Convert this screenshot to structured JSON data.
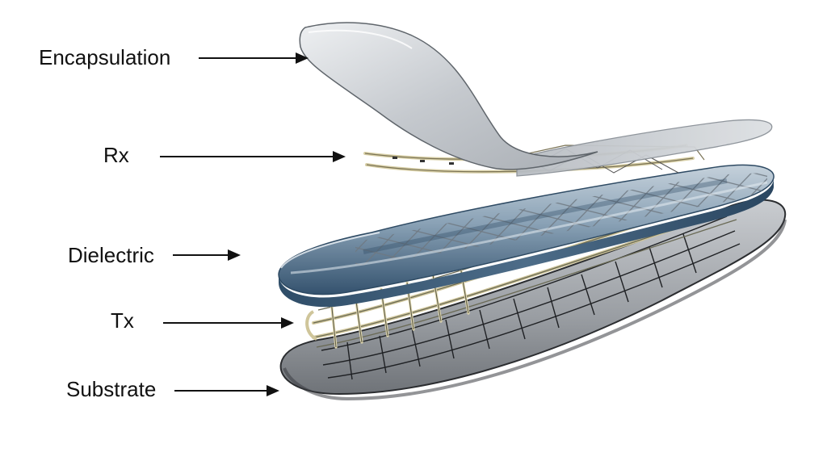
{
  "diagram": {
    "layers": [
      {
        "id": "encapsulation",
        "label": "Encapsulation"
      },
      {
        "id": "rx",
        "label": "Rx"
      },
      {
        "id": "dielectric",
        "label": "Dielectric"
      },
      {
        "id": "tx",
        "label": "Tx"
      },
      {
        "id": "substrate",
        "label": "Substrate"
      }
    ],
    "colors": {
      "label_text": "#111111",
      "arrow": "#111111",
      "encapsulation_film": "#c9cdd2",
      "electrode_wire": "#d8cfa6",
      "dielectric_dark": "#3f5d78",
      "dielectric_light": "#9fb3c4",
      "substrate": "#8c9095",
      "background": "#ffffff"
    }
  }
}
